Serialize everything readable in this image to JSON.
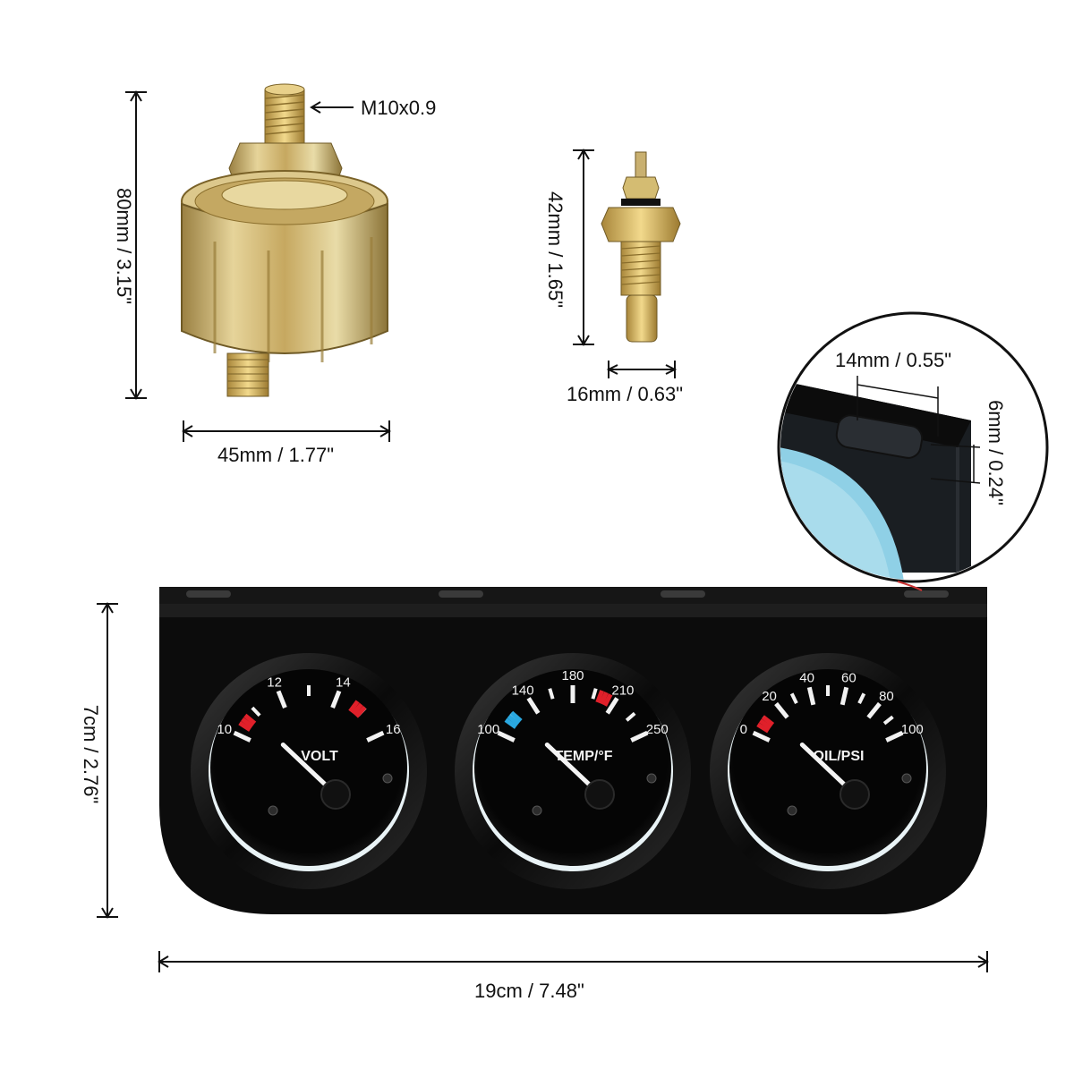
{
  "dimensions": {
    "oil_sender_thread": "M10x0.9",
    "oil_sender_height": "80mm / 3.15\"",
    "oil_sender_width": "45mm / 1.77\"",
    "temp_sender_height": "42mm / 1.65\"",
    "temp_sender_width": "16mm / 0.63\"",
    "slot_width": "14mm / 0.55\"",
    "slot_height": "6mm / 0.24\"",
    "panel_height": "7cm / 2.76\"",
    "panel_width": "19cm / 7.48\""
  },
  "gauges": [
    {
      "name": "VOLT",
      "ticks": [
        "10",
        "12",
        "14",
        "16"
      ],
      "needle_level": 0.0
    },
    {
      "name": "TEMP/°F",
      "ticks": [
        "100",
        "140",
        "180",
        "210",
        "250"
      ],
      "needle_level": 0.0
    },
    {
      "name": "OIL/PSI",
      "ticks": [
        "0",
        "20",
        "40",
        "60",
        "80",
        "100"
      ],
      "needle_level": 0.0
    }
  ],
  "colors": {
    "brass": "#c9a85a",
    "steel_gold": "#d8c27a",
    "panel_black": "#0c0c0c",
    "gauge_red": "#e0202a",
    "gauge_blue": "#2aa8e0",
    "inset_blue": "#8fd0e6"
  }
}
